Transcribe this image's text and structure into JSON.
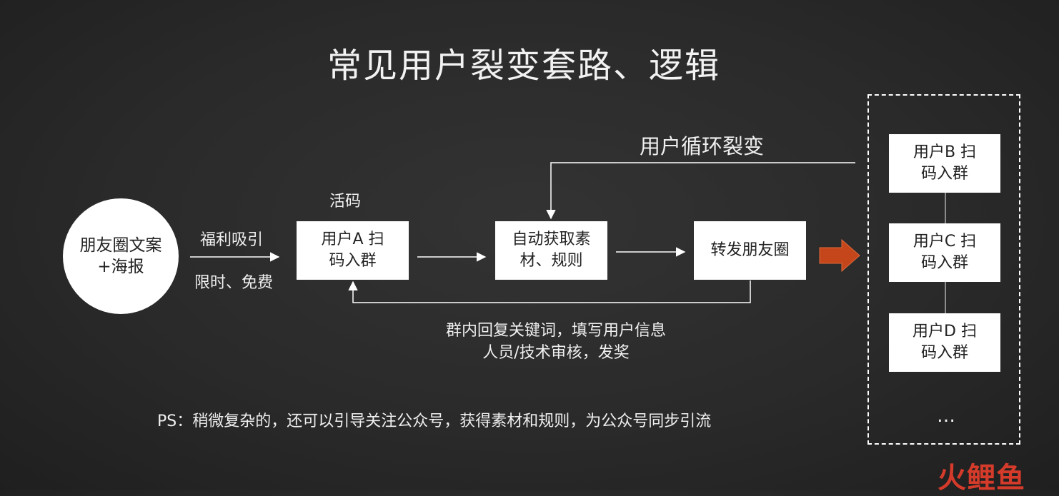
{
  "title": "常见用户裂变套路、逻辑",
  "circle": {
    "label": "朋友圈文案+海报"
  },
  "arrow1": {
    "top_label": "福利吸引",
    "bottom_label": "限时、免费"
  },
  "live_code_label": "活码",
  "boxes": {
    "user_a": "用户A 扫码入群",
    "auto_fetch": "自动获取素材、规则",
    "share": "转发朋友圈"
  },
  "loop_label": "用户循环裂变",
  "reply_note": {
    "line1": "群内回复关键词，填写用户信息",
    "line2": "人员/技术审核，发奖"
  },
  "users": [
    {
      "label": "用户B 扫码入群"
    },
    {
      "label": "用户C 扫码入群"
    },
    {
      "label": "用户D 扫码入群"
    }
  ],
  "ellipsis": "…",
  "ps_note": "PS：稍微复杂的，还可以引导关注公众号，获得素材和规则，为公众号同步引流",
  "watermark": "火鲤鱼",
  "colors": {
    "accent_arrow": "#c4461a",
    "background": "#2a2a2a",
    "watermark": "#d43b2a"
  }
}
